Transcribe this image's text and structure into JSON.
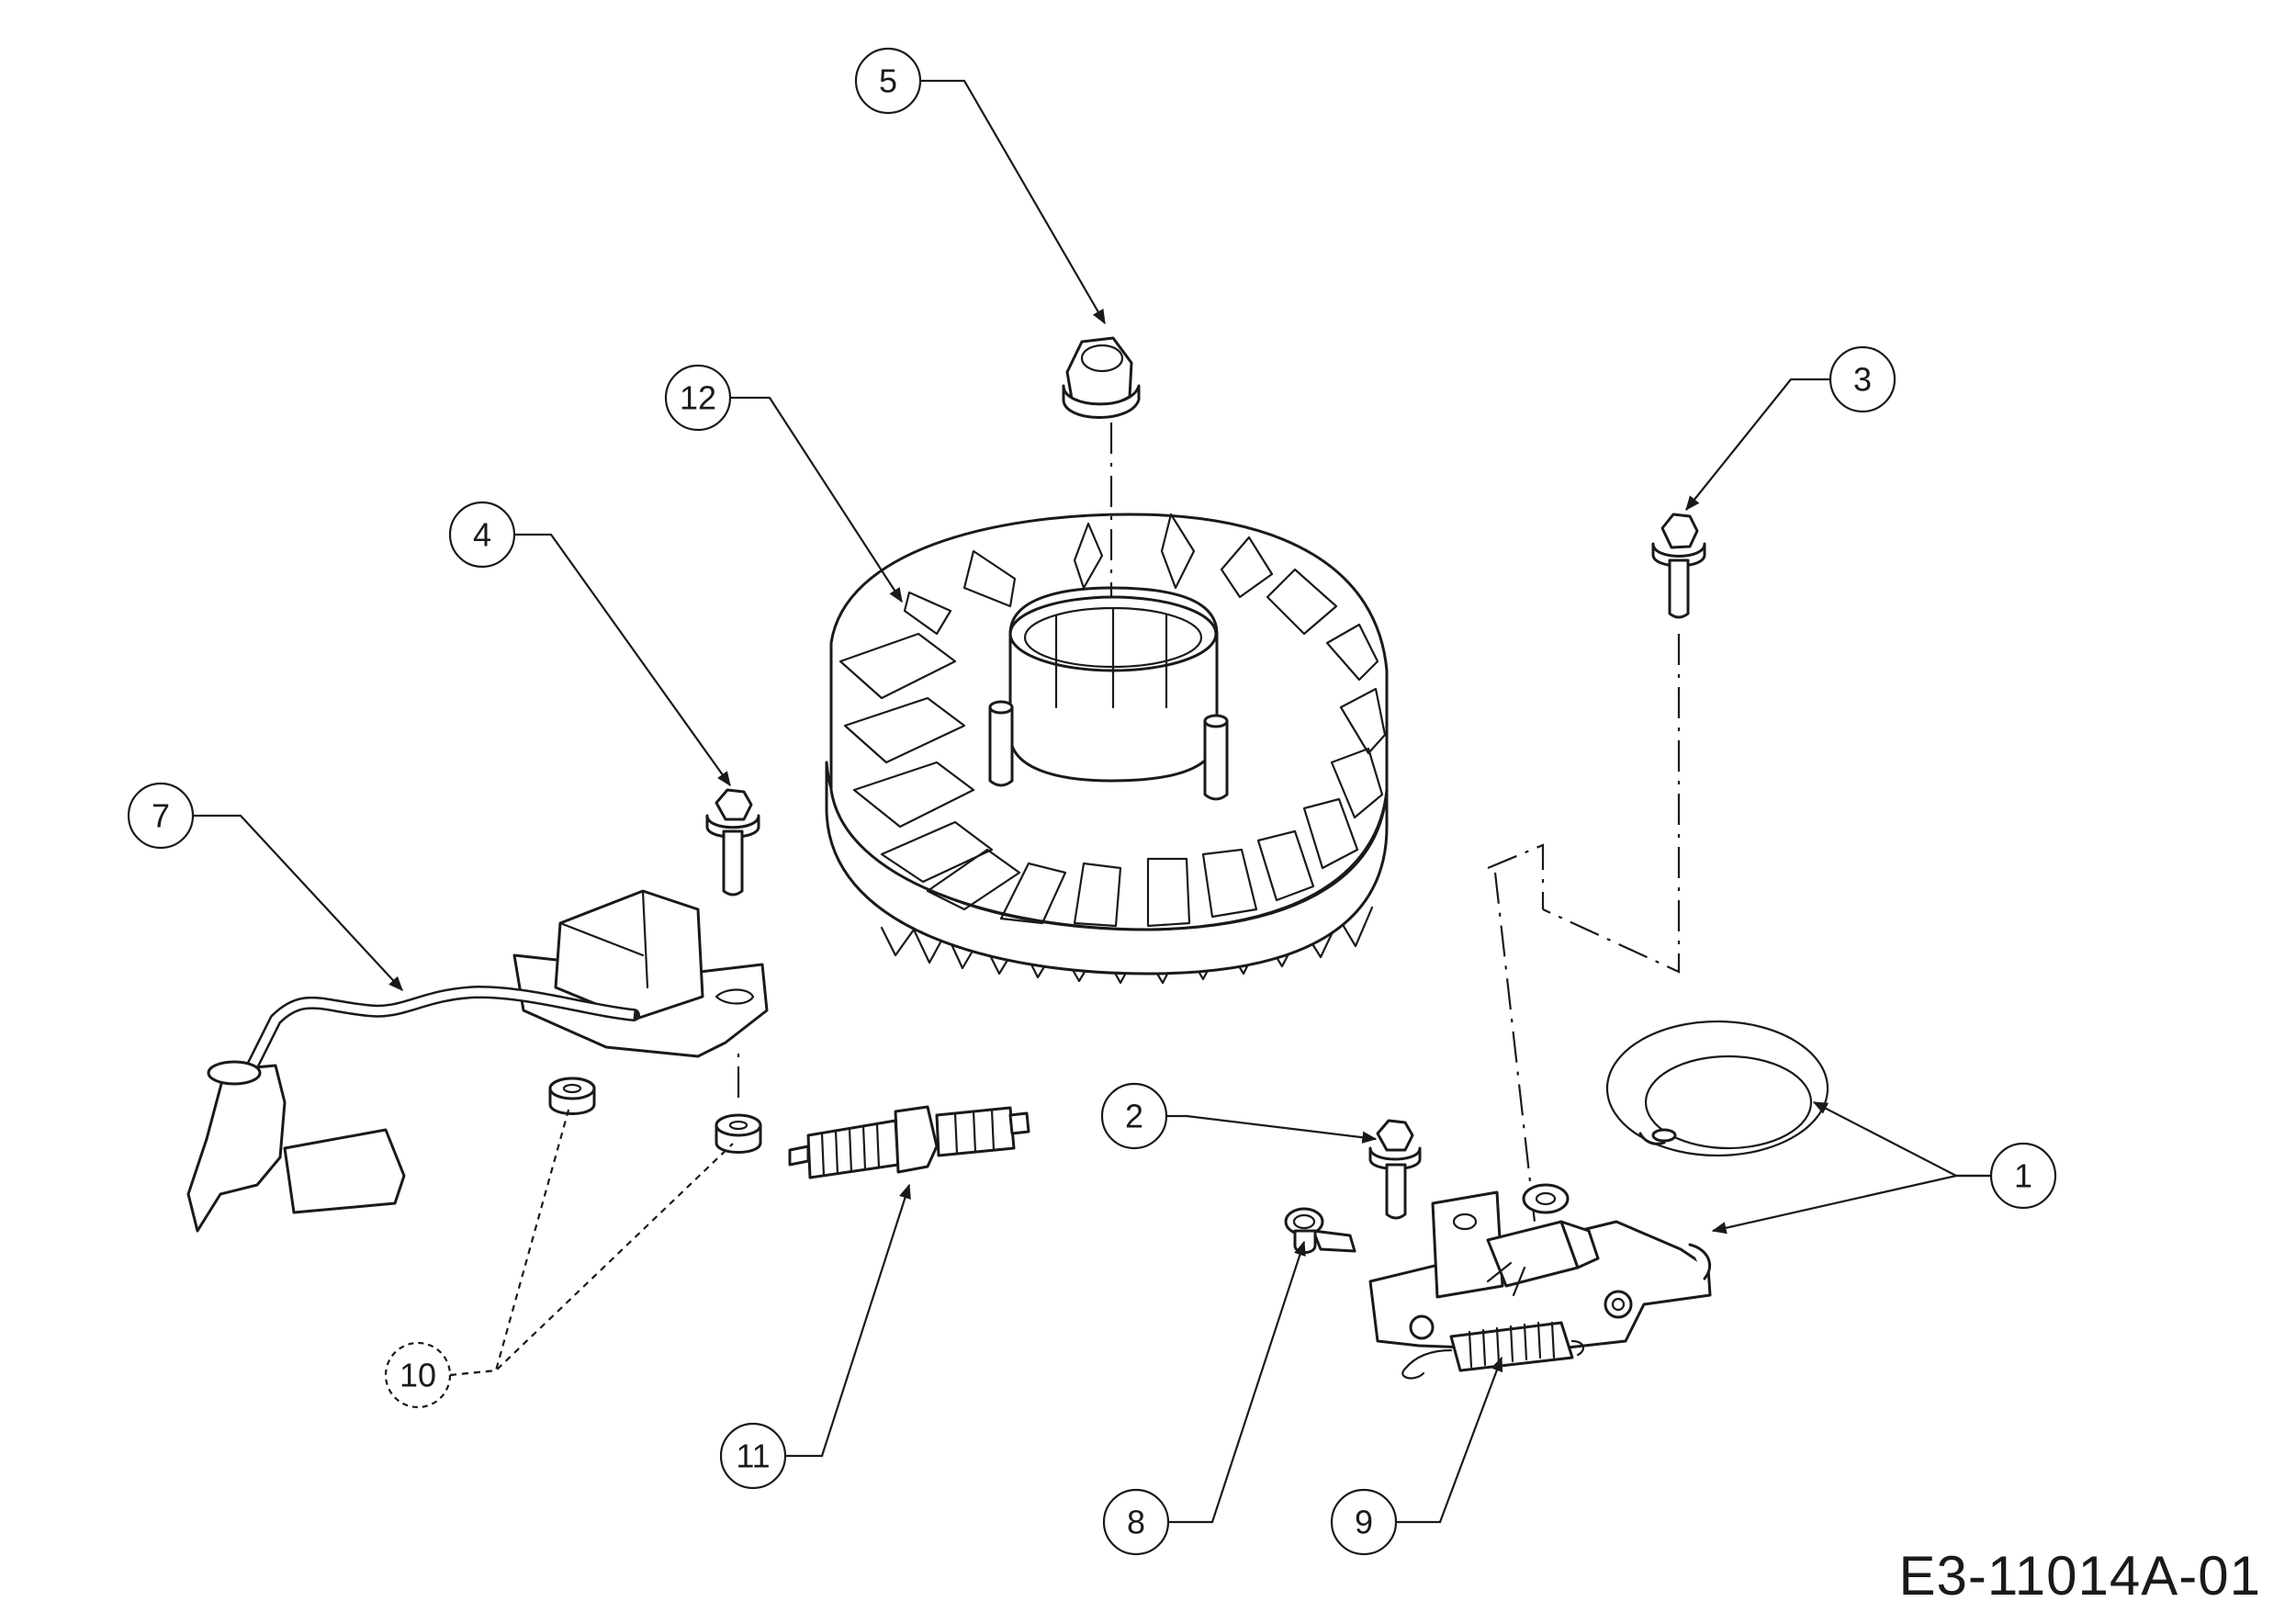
{
  "callouts": [
    {
      "id": "1",
      "label": "1"
    },
    {
      "id": "2",
      "label": "2"
    },
    {
      "id": "3",
      "label": "3"
    },
    {
      "id": "4",
      "label": "4"
    },
    {
      "id": "5",
      "label": "5"
    },
    {
      "id": "7",
      "label": "7"
    },
    {
      "id": "8",
      "label": "8"
    },
    {
      "id": "9",
      "label": "9"
    },
    {
      "id": "10",
      "label": "10"
    },
    {
      "id": "11",
      "label": "11"
    },
    {
      "id": "12",
      "label": "12"
    }
  ],
  "drawing_number": "E3-11014A-01"
}
